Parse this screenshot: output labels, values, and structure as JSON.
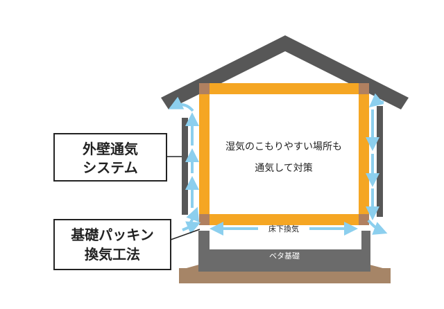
{
  "labels": {
    "wall_vent_line1": "外壁通気",
    "wall_vent_line2": "システム",
    "packing_line1": "基礎パッキン",
    "packing_line2": "換気工法",
    "interior_line1": "湿気のこもりやすい場所も",
    "interior_line2": "通気して対策",
    "underfloor": "床下換気",
    "foundation": "ベタ基礎"
  },
  "colors": {
    "roof": "#575757",
    "frame": "#f5a623",
    "frame_corner": "#b08060",
    "airflow": "#8ccfee",
    "foundation": "#6b6b6b",
    "ground": "#a68567",
    "text": "#222222",
    "label_border": "#222222"
  }
}
